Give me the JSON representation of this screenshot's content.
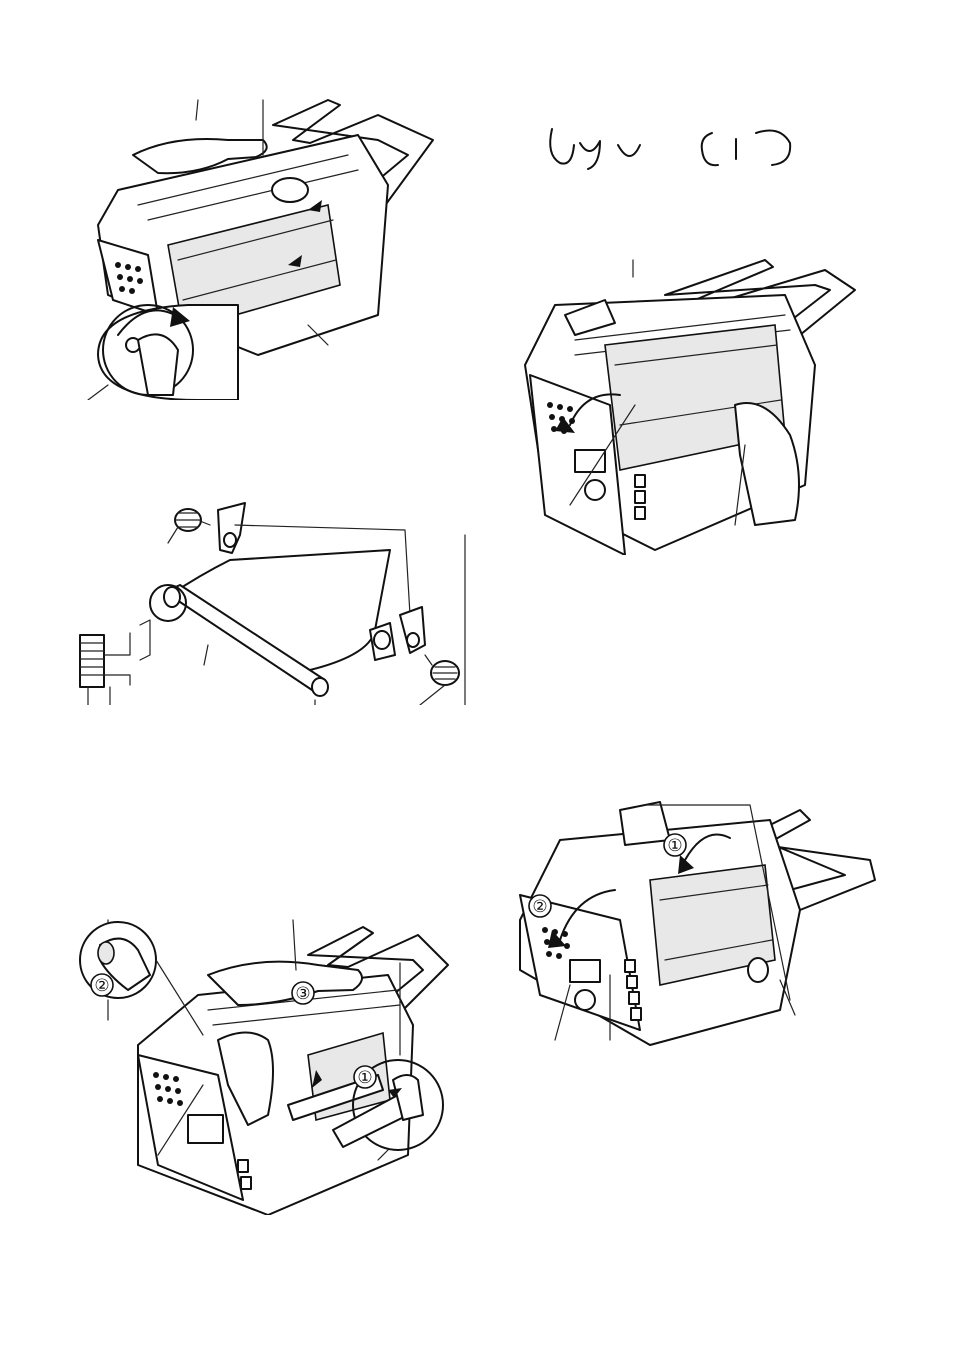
{
  "page": {
    "figures": [
      {
        "id": "fig-open-cover-turn-gear"
      },
      {
        "id": "fig-close-front-cover"
      },
      {
        "id": "fig-ribbon-roll-parts"
      },
      {
        "id": "fig-insert-ribbon-steps",
        "step_marks": [
          "②",
          "③",
          "①"
        ]
      },
      {
        "id": "fig-close-covers-steps",
        "step_marks": [
          "①",
          "②"
        ]
      }
    ]
  },
  "colors": {
    "ink": "#111111",
    "paper": "#ffffff"
  }
}
